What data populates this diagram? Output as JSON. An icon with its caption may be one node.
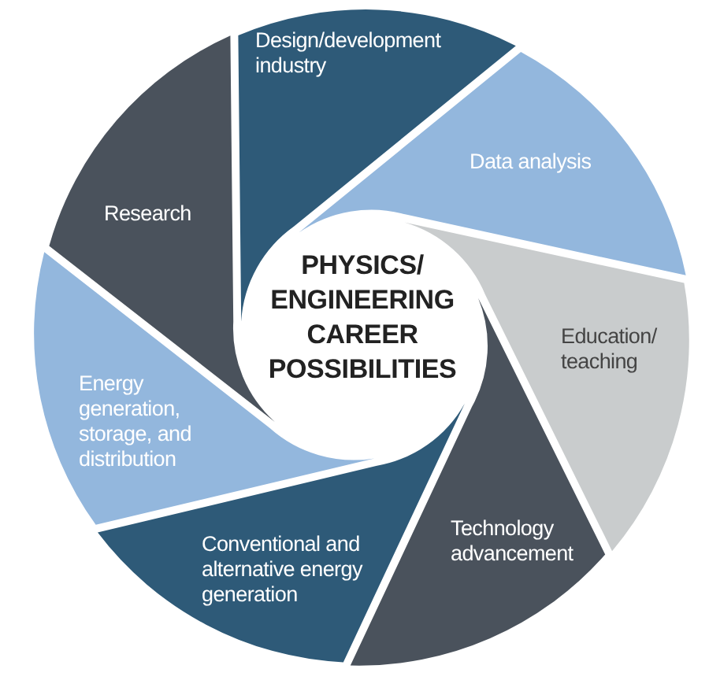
{
  "diagram": {
    "nodes": [
      {
        "text": [
          "PHYSICS/ ENGINEERING CAREER POSSIBILITIES"
        ]
      },
      {
        "text": [
          "Design/development industry"
        ]
      },
      {
        "text": [
          "Data analysis"
        ]
      },
      {
        "text": [
          "Education/ teaching"
        ]
      },
      {
        "text": [
          "Technology advancement"
        ]
      },
      {
        "text": [
          "Conventional and alternative energy generation"
        ]
      },
      {
        "text": [
          "Energy generation, storage, and distribution"
        ]
      },
      {
        "text": [
          "Research"
        ]
      }
    ]
  }
}
